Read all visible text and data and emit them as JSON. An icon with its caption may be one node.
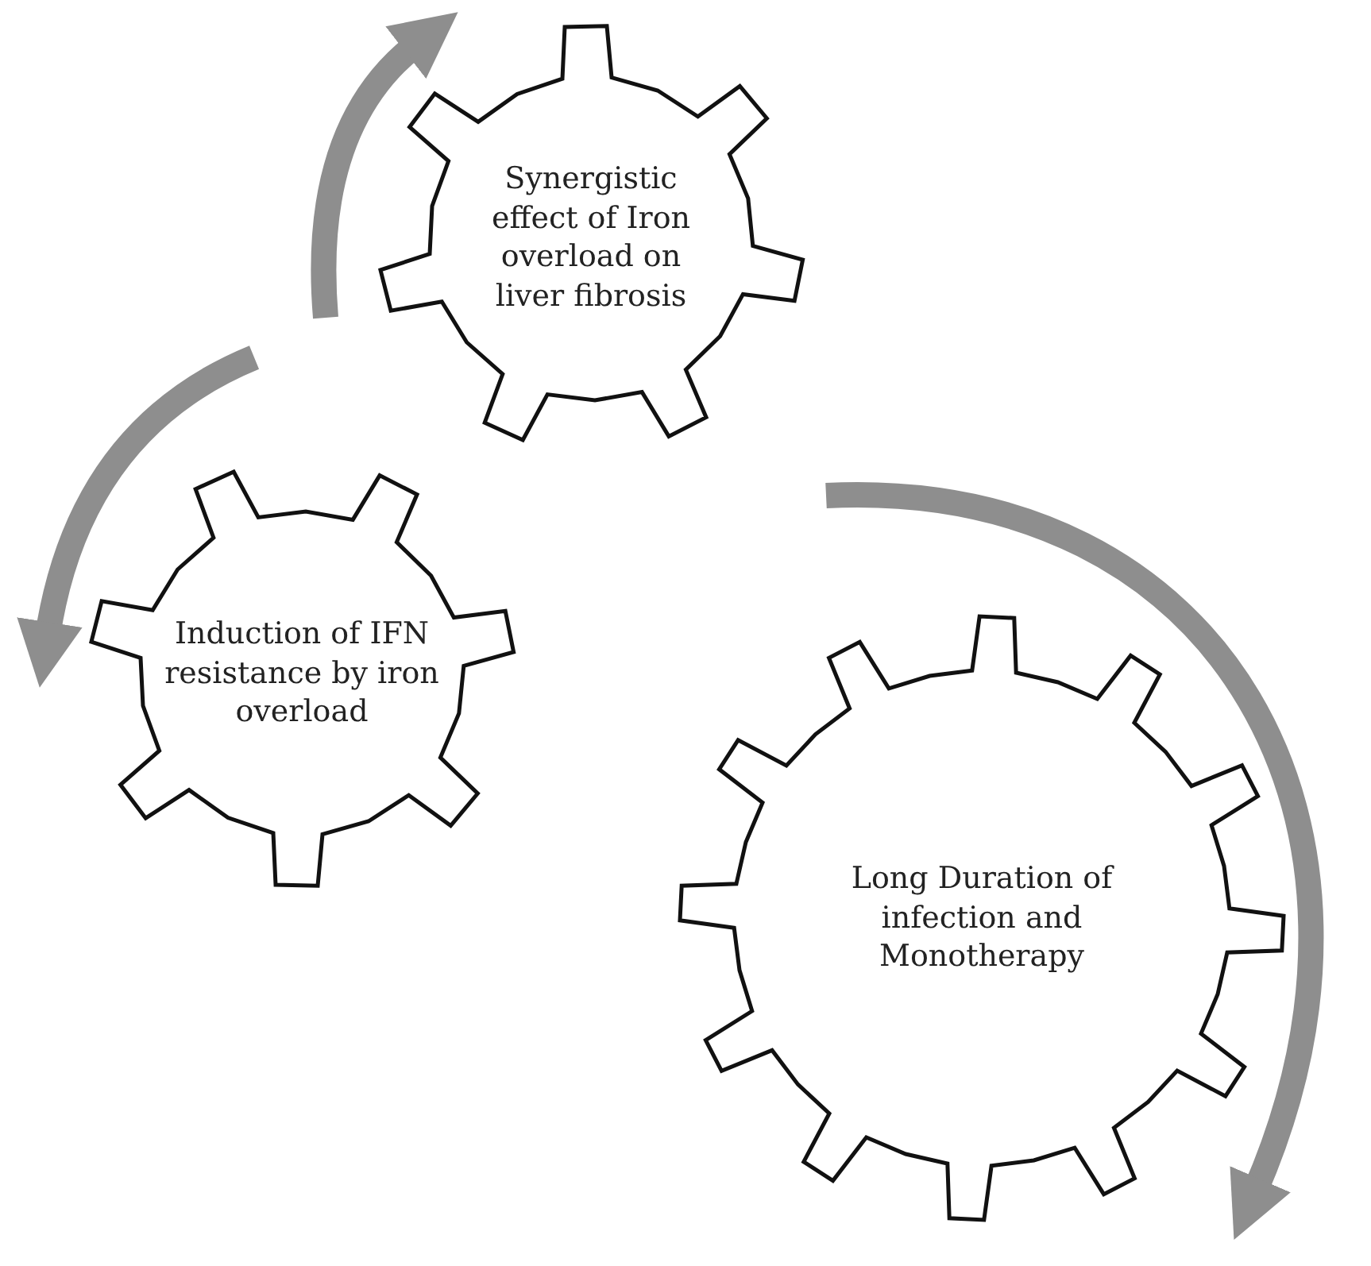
{
  "diagram": {
    "nodes": [
      {
        "text": [
          "Synergistic effect of Iron overload on liver fibrosis"
        ]
      },
      {
        "text": [
          "Induction of IFN resistance by iron overload"
        ]
      },
      {
        "text": [
          "Long Duration of infection and Monotherapy"
        ]
      }
    ]
  }
}
